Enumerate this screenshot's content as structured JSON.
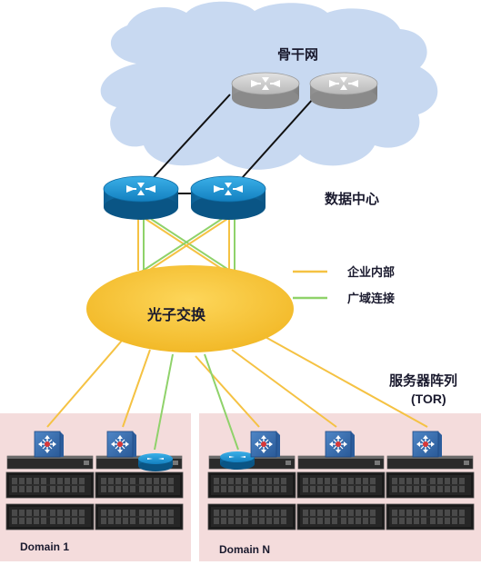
{
  "labels": {
    "backbone": "骨干网",
    "datacenter": "数据中心",
    "optical_switch": "光子交换",
    "tor_title": "服务器阵列",
    "tor_abbrev": "(TOR)",
    "domain_left": "Domain 1",
    "domain_right": "Domain N"
  },
  "legend": [
    {
      "label": "企业内部",
      "color": "#f5c243"
    },
    {
      "label": "广域连接",
      "color": "#8fd26a"
    }
  ],
  "colors": {
    "cloud": "#c7d8f0",
    "router_blue": "#1e8fcc",
    "router_gray": "#a5a5a5",
    "optical_switch_fill": "#f7c43c",
    "domain_panel": "#f4dcdc",
    "tor_switch": "#3d6fb0"
  },
  "icons": {
    "router": "router-icon",
    "switch": "tor-switch-icon",
    "server": "server-rack-icon"
  }
}
